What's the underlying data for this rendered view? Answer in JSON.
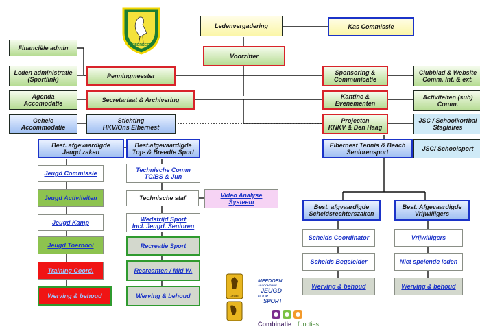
{
  "boxes": {
    "ledenvergadering": "Ledenvergadering",
    "kas_commissie": "Kas Commissie",
    "voorzitter": "Voorzitter",
    "financiele_admin": "Financiële admin",
    "leden_admin": "Leden administratie\n(Sportlink)",
    "penningmeester": "Penningmeester",
    "sponsoring": "Sponsoring &\nCommunicatie",
    "clubblad": "Clubblad & Website\nComm. Int. & ext.",
    "agenda": "Agenda\nAccomodatie",
    "secretariaat": "Secretariaat & Archivering",
    "kantine": "Kantine  & Evenementen",
    "activiteiten": "Activiteiten (sub)\nComm.",
    "gehele": "Gehele\nAccommodatie",
    "stichting": "Stichting\nHKV/Ons Eibernest",
    "projecten": "Projecten\nKNKV & Den Haag",
    "jsc_stagiaires": "JSC / Schoolkorfbal\nStagiaires",
    "tennis": "Eibernest Tennis & Beach\nSeniorensport",
    "jsc_schoolsport": "JSC/ Schoolsport",
    "best_jeugd": "Best. afgevaardigde\nJeugd zaken",
    "best_top": "Best.afgevaardigde\nTop- & Breedte Sport",
    "jeugd_commissie": "Jeugd Commissie",
    "technische_comm": "Technische Comm\nTC/BS & Jun",
    "jeugd_activiteiten": "Jeugd Activiteiten",
    "technische_staf": "Technische staf",
    "video_analyse": "Video Analyse\nSysteem",
    "jeugd_kamp": "Jeugd Kamp",
    "wedstrijd_sport": "Wedstrijd Sport\nIncl. Jeugd. Senioren",
    "jeugd_toernooi": "Jeugd Toernooi",
    "recreatie_sport": "Recreatie Sport",
    "training_coord": "Training Coord.",
    "recreanten": "Recreanten / Mid W.",
    "werving_jeugd": "Werving & behoud",
    "werving_top": "Werving & behoud",
    "best_scheids": "Best. afgvaardigde\nScheidsrechterszaken",
    "best_vrijwilligers": "Best. Afgevaardigde\nVrijwilligers",
    "scheids_coordinator": "Scheids Coordinator",
    "vrijwilligers": "Vrijwilligers",
    "scheids_begeleider": "Scheids Begeleider",
    "niet_spelende": "Niet spelende leden",
    "werving_scheids": "Werving & behoud",
    "werving_vrijw": "Werving & behoud"
  },
  "logos": {
    "club_name": "EIBERNEST",
    "club_year": "1919",
    "juniors_text": "Jeugd",
    "jeugd_lines": [
      "MEEDOEN",
      "ALLOCHTONE",
      "JEUGD",
      "DOOR",
      "SPORT"
    ],
    "combinatie": "Combinatiefuncties",
    "combinatie_bold": "Combinatie",
    "combinatie_rest": "functies"
  },
  "colors": {
    "box_border_red": "#d8232a",
    "box_border_blue": "#1b33c8",
    "box_border_green": "#2f9a2f",
    "link_blue": "#1b33c8",
    "alert_red": "#f01414"
  }
}
